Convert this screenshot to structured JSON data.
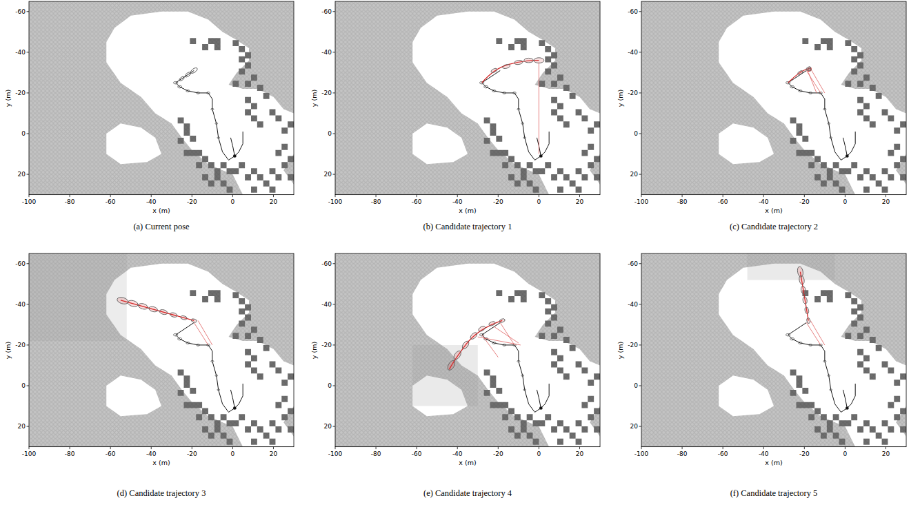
{
  "diagram": {
    "labels": [
      "-60",
      "-40",
      "-20",
      "0",
      "20",
      "-100",
      "-80",
      "-60",
      "-40",
      "-20",
      "0",
      "20",
      "x (m)",
      "y (m)",
      "(a) Current pose",
      "-60",
      "-40",
      "-20",
      "0",
      "20",
      "-100",
      "-80",
      "-60",
      "-40",
      "-20",
      "0",
      "20",
      "x (m)",
      "y (m)",
      "(b) Candidate trajectory 1",
      "-60",
      "-40",
      "-20",
      "0",
      "20",
      "-100",
      "-80",
      "-60",
      "-40",
      "-20",
      "0",
      "20",
      "x (m)",
      "y (m)",
      "(c) Candidate trajectory 2",
      "-60",
      "-40",
      "-20",
      "0",
      "20",
      "-100",
      "-80",
      "-60",
      "-40",
      "-20",
      "0",
      "20",
      "x (m)",
      "y (m)",
      "(d) Candidate trajectory 3",
      "-60",
      "-40",
      "-20",
      "0",
      "20",
      "-100",
      "-80",
      "-60",
      "-40",
      "-20",
      "0",
      "20",
      "x (m)",
      "y (m)",
      "(e) Candidate trajectory 4",
      "-60",
      "-40",
      "-20",
      "0",
      "20",
      "-100",
      "-80",
      "-60",
      "-40",
      "-20",
      "0",
      "20",
      "x (m)",
      "y (m)",
      "(f) Candidate trajectory 5"
    ]
  }
}
